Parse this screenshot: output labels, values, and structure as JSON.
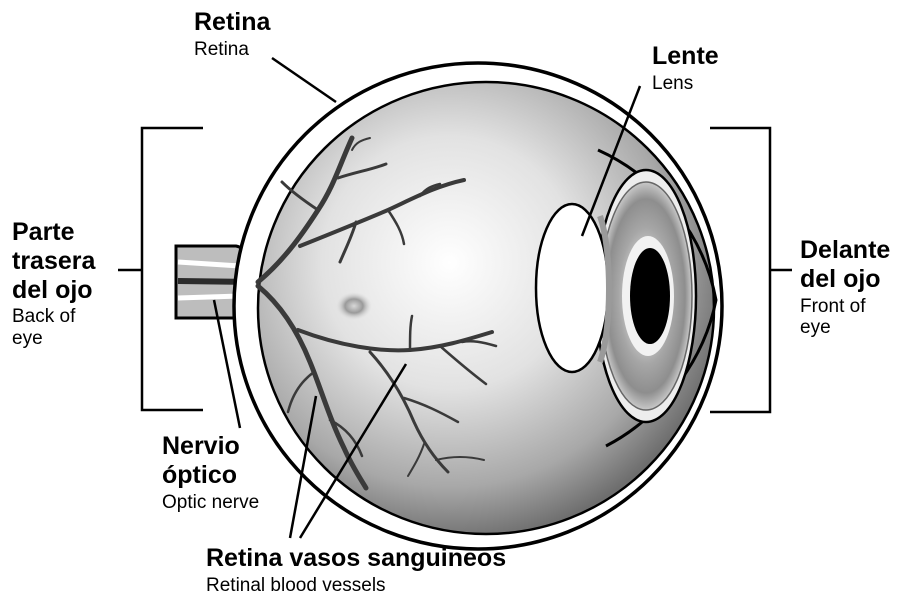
{
  "colors": {
    "ink": "#000000",
    "eyeball_light": "#f4f4f4",
    "eyeball_dark": "#7a7a7a",
    "iris": "#9e9e9e",
    "vessel": "#3a3a3a"
  },
  "labels": {
    "retina": {
      "es": "Retina",
      "en": "Retina"
    },
    "lens": {
      "es": "Lente",
      "en": "Lens"
    },
    "back": {
      "es": [
        "Parte",
        "trasera",
        "del ojo"
      ],
      "en": [
        "Back of",
        "eye"
      ]
    },
    "front": {
      "es": [
        "Delante",
        "del ojo"
      ],
      "en": [
        "Front of",
        "eye"
      ]
    },
    "optic_nerve": {
      "es": [
        "Nervio",
        "óptico"
      ],
      "en": "Optic nerve"
    },
    "vessels": {
      "es": "Retina vasos sanguineos",
      "en": "Retinal blood vessels"
    }
  }
}
